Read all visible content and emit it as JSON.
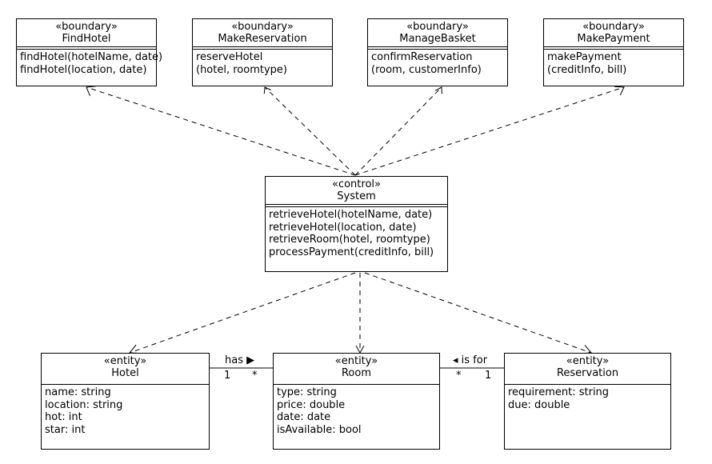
{
  "boundaries": [
    {
      "stereotype": "«boundary»",
      "name": "FindHotel",
      "ops": [
        "findHotel(hotelName, date)",
        "findHotel(location, date)"
      ]
    },
    {
      "stereotype": "«boundary»",
      "name": "MakeReservation",
      "ops": [
        "reserveHotel",
        "(hotel, roomtype)"
      ]
    },
    {
      "stereotype": "«boundary»",
      "name": "ManageBasket",
      "ops": [
        "confirmReservation",
        "(room, customerInfo)"
      ]
    },
    {
      "stereotype": "«boundary»",
      "name": "MakePayment",
      "ops": [
        "makePayment",
        "(creditInfo, bill)"
      ]
    }
  ],
  "control": {
    "stereotype": "«control»",
    "name": "System",
    "ops": [
      "retrieveHotel(hotelName, date)",
      "retrieveHotel(location, date)",
      "retrieveRoom(hotel, roomtype)",
      "processPayment(creditInfo, bill)"
    ]
  },
  "entities": [
    {
      "stereotype": "«entity»",
      "name": "Hotel",
      "attrs": [
        "name: string",
        "location: string",
        "hot: int",
        "star: int"
      ]
    },
    {
      "stereotype": "«entity»",
      "name": "Room",
      "attrs": [
        "type: string",
        "price: double",
        "date: date",
        "isAvailable: bool"
      ]
    },
    {
      "stereotype": "«entity»",
      "name": "Reservation",
      "attrs": [
        "requirement: string",
        "due: double"
      ]
    }
  ],
  "associations": {
    "has": {
      "label": "has ▶",
      "left_mult": "1",
      "right_mult": "*"
    },
    "is_for": {
      "label": "◂ is for",
      "left_mult": "*",
      "right_mult": "1"
    }
  }
}
